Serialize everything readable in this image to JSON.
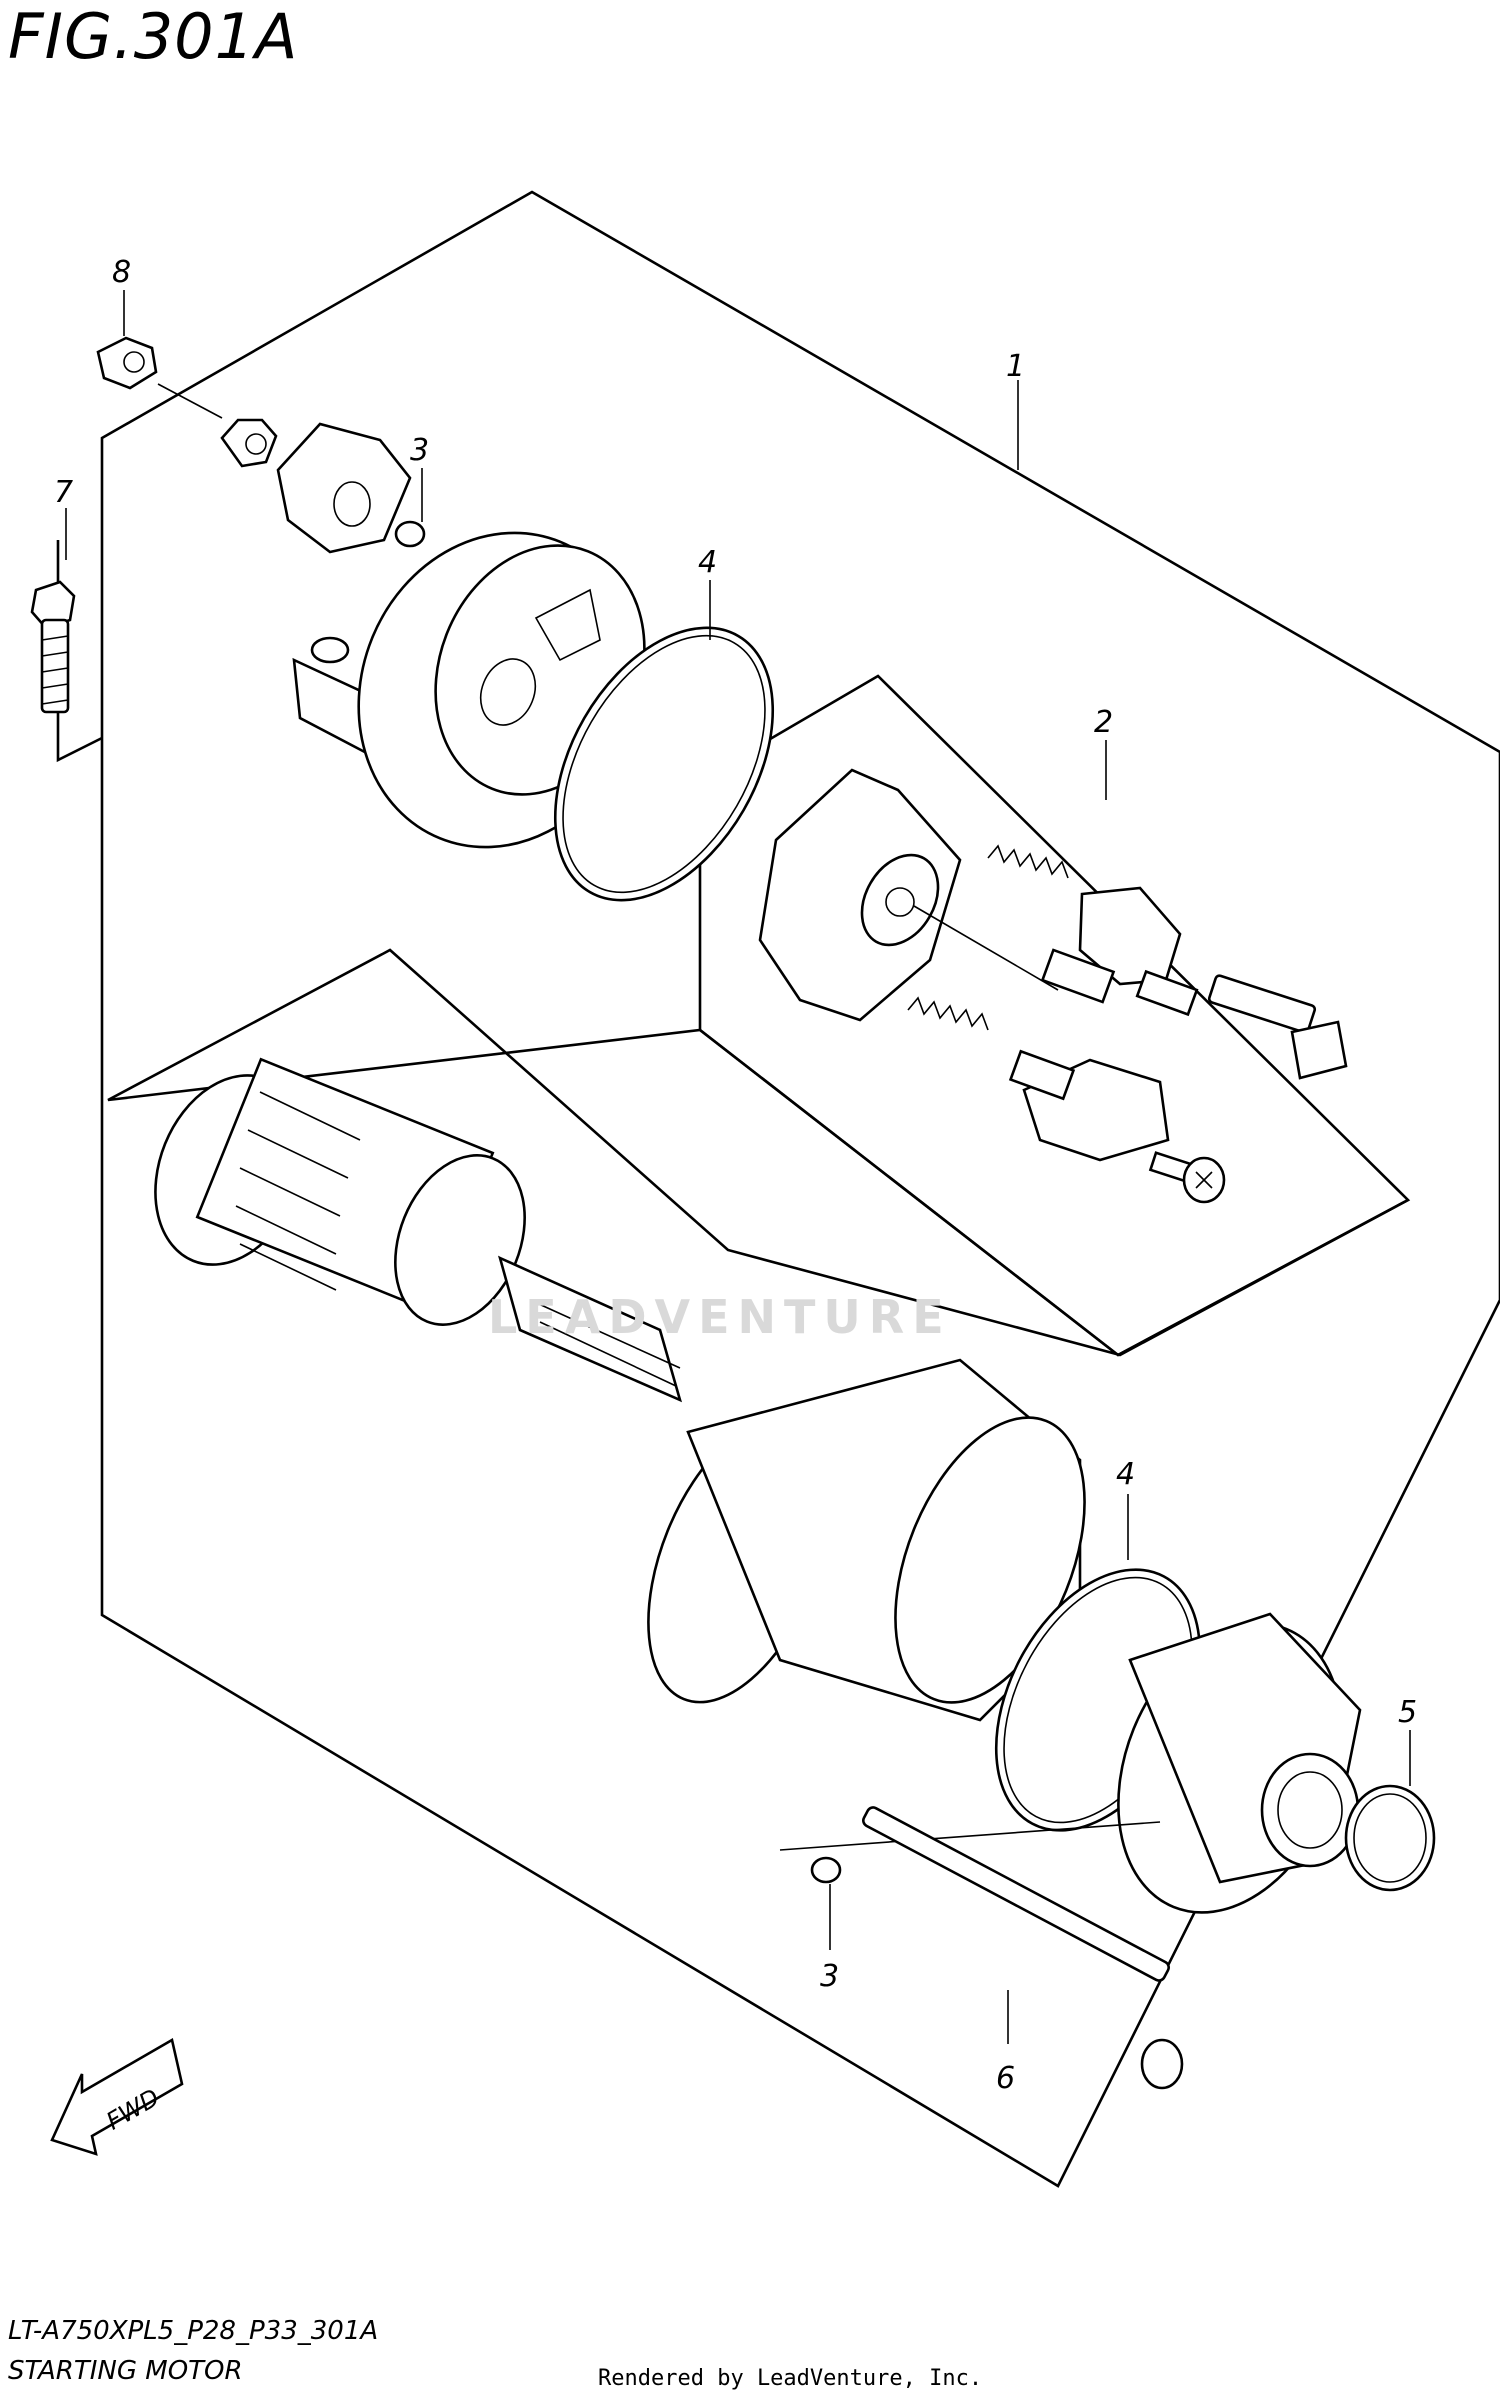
{
  "figure": {
    "title": "FIG.301A",
    "model_code": "LT-A750XPL5_P28_P33_301A",
    "part_name": "STARTING MOTOR",
    "credit": "Rendered by LeadVenture, Inc.",
    "watermark": "LEADVENTURE",
    "fwd_label": "FWD"
  },
  "callouts": [
    {
      "id": "1",
      "label": "1"
    },
    {
      "id": "2",
      "label": "2"
    },
    {
      "id": "3a",
      "label": "3"
    },
    {
      "id": "3b",
      "label": "3"
    },
    {
      "id": "4a",
      "label": "4"
    },
    {
      "id": "4b",
      "label": "4"
    },
    {
      "id": "5",
      "label": "5"
    },
    {
      "id": "6",
      "label": "6"
    },
    {
      "id": "7",
      "label": "7"
    },
    {
      "id": "8",
      "label": "8"
    }
  ]
}
